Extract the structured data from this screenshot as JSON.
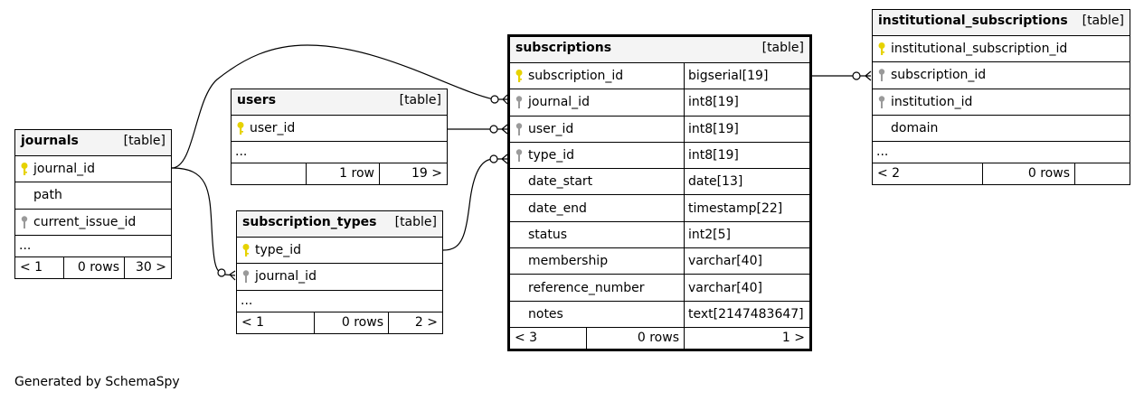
{
  "footer_text": "Generated by SchemaSpy",
  "colors": {
    "primary_key": "#e6d200",
    "foreign_key": "#9a9a9a",
    "header_bg": "#f4f4f4"
  },
  "tables": {
    "journals": {
      "name": "journals",
      "kind": "[table]",
      "columns": [
        "journal_id",
        "path",
        "current_issue_id"
      ],
      "ellipsis": "...",
      "footer": [
        "< 1",
        "0 rows",
        "30 >"
      ]
    },
    "users": {
      "name": "users",
      "kind": "[table]",
      "columns": [
        "user_id"
      ],
      "ellipsis": "...",
      "footer": [
        "",
        "1 row",
        "19 >"
      ]
    },
    "subscription_types": {
      "name": "subscription_types",
      "kind": "[table]",
      "columns": [
        "type_id",
        "journal_id"
      ],
      "ellipsis": "...",
      "footer": [
        "< 1",
        "0 rows",
        "2 >"
      ]
    },
    "subscriptions": {
      "name": "subscriptions",
      "kind": "[table]",
      "columns": [
        {
          "name": "subscription_id",
          "type": "bigserial[19]"
        },
        {
          "name": "journal_id",
          "type": "int8[19]"
        },
        {
          "name": "user_id",
          "type": "int8[19]"
        },
        {
          "name": "type_id",
          "type": "int8[19]"
        },
        {
          "name": "date_start",
          "type": "date[13]"
        },
        {
          "name": "date_end",
          "type": "timestamp[22]"
        },
        {
          "name": "status",
          "type": "int2[5]"
        },
        {
          "name": "membership",
          "type": "varchar[40]"
        },
        {
          "name": "reference_number",
          "type": "varchar[40]"
        },
        {
          "name": "notes",
          "type": "text[2147483647]"
        }
      ],
      "footer": [
        "< 3",
        "0 rows",
        "1 >"
      ]
    },
    "institutional_subscriptions": {
      "name": "institutional_subscriptions",
      "kind": "[table]",
      "columns": [
        "institutional_subscription_id",
        "subscription_id",
        "institution_id",
        "domain"
      ],
      "ellipsis": "...",
      "footer": [
        "< 2",
        "0 rows",
        ""
      ]
    }
  }
}
